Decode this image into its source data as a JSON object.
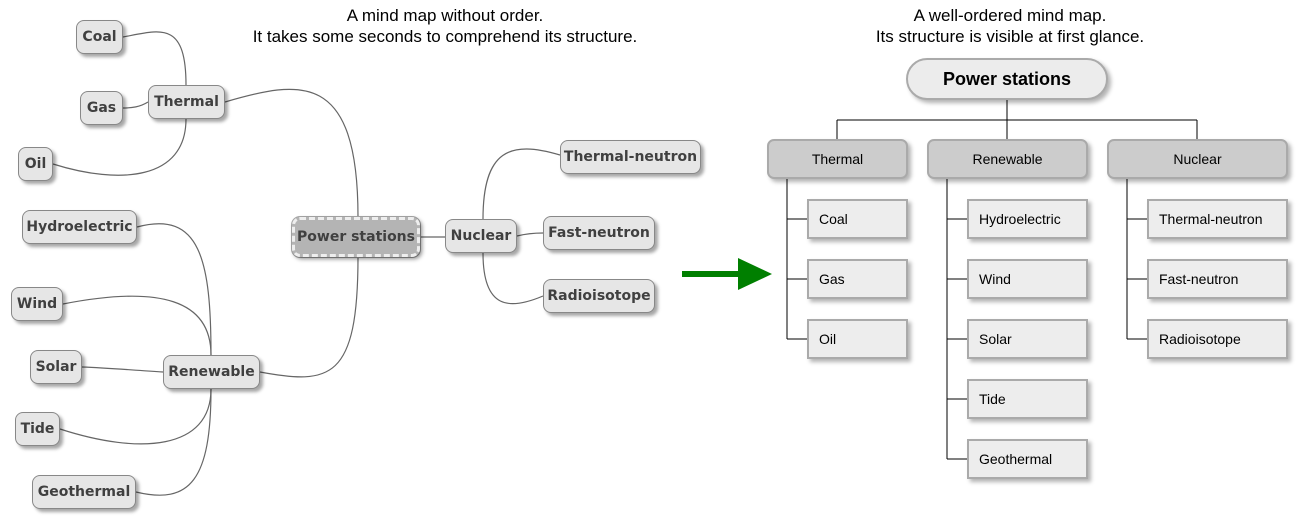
{
  "captions": {
    "left": [
      "A mind map without order.",
      "It takes some seconds to comprehend its structure."
    ],
    "right": [
      "A well-ordered mind map.",
      "Its structure is visible at first glance."
    ]
  },
  "colors": {
    "line": "#666666",
    "chip_fill": "#e6e6e6",
    "root_fill": "#b4b4b4",
    "category_fill": "#cccccc",
    "item_fill": "#ededed",
    "arrow": "#007f00"
  },
  "unordered": {
    "root": "Power stations",
    "branches": [
      {
        "label": "Thermal",
        "children": [
          "Coal",
          "Gas",
          "Oil"
        ]
      },
      {
        "label": "Renewable",
        "children": [
          "Hydroelectric",
          "Wind",
          "Solar",
          "Tide",
          "Geothermal"
        ]
      },
      {
        "label": "Nuclear",
        "children": [
          "Thermal-neutron",
          "Fast-neutron",
          "Radioisotope"
        ]
      }
    ]
  },
  "ordered": {
    "root": "Power stations",
    "categories": [
      {
        "label": "Thermal",
        "items": [
          "Coal",
          "Gas",
          "Oil"
        ]
      },
      {
        "label": "Renewable",
        "items": [
          "Hydroelectric",
          "Wind",
          "Solar",
          "Tide",
          "Geothermal"
        ]
      },
      {
        "label": "Nuclear",
        "items": [
          "Thermal-neutron",
          "Fast-neutron",
          "Radioisotope"
        ]
      }
    ]
  }
}
